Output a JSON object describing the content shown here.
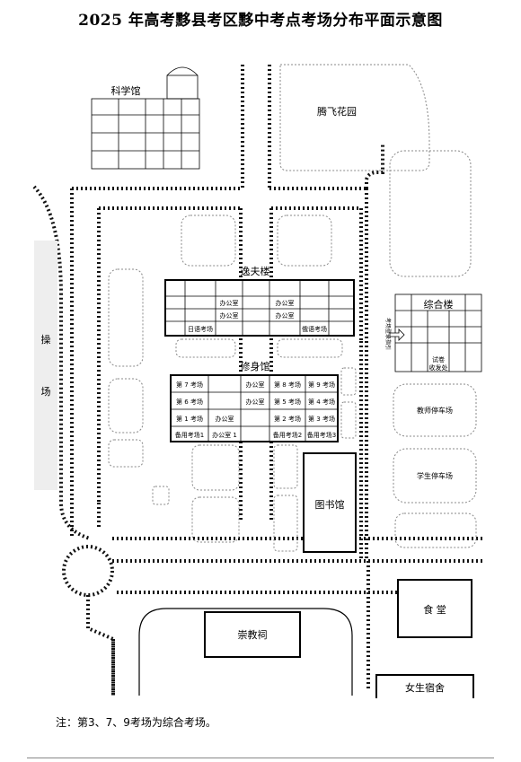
{
  "title": "2025 年高考黟县考区黟中考点考场分布平面示意图",
  "note": "注：第3、7、9考场为综合考场。",
  "buildings": {
    "science_hall": "科学馆",
    "tengfei_garden": "腾飞花园",
    "playground_1": "操",
    "playground_2": "场",
    "yifu_building": "逸夫楼",
    "xiushen_hall": "修身馆",
    "zonghe_building": "综合楼",
    "teacher_parking": "教师停车场",
    "student_parking": "学生停车场",
    "library": "图书馆",
    "canteen": "食 堂",
    "chongjiao_shrine": "崇教祠",
    "girls_dorm": "女生宿舍"
  },
  "yifu_rooms": {
    "office_1": "办公室",
    "office_2": "办公室",
    "office_3": "办公室",
    "office_4": "办公室",
    "japanese_room": "日语考场",
    "russian_room": "俄语考场"
  },
  "xiushen_rooms": {
    "r7": "第 7 考场",
    "r6": "第 6 考场",
    "r1": "第 1 考场",
    "spare1": "备用考场1",
    "off_a": "办公室",
    "off_b": "办公室",
    "off_c": "办公室",
    "off1": "办公室 1",
    "r8": "第 8 考场",
    "r5": "第 5 考场",
    "r2": "第 2 考场",
    "spare2": "备用考场2",
    "r9": "第 9 考场",
    "r4": "第 4 考场",
    "r3": "第 3 考场",
    "spare3": "备用考场3"
  },
  "zonghe": {
    "entrance": "考场登录指引",
    "exam_paper": "试卷",
    "receive_room": "收发处"
  }
}
